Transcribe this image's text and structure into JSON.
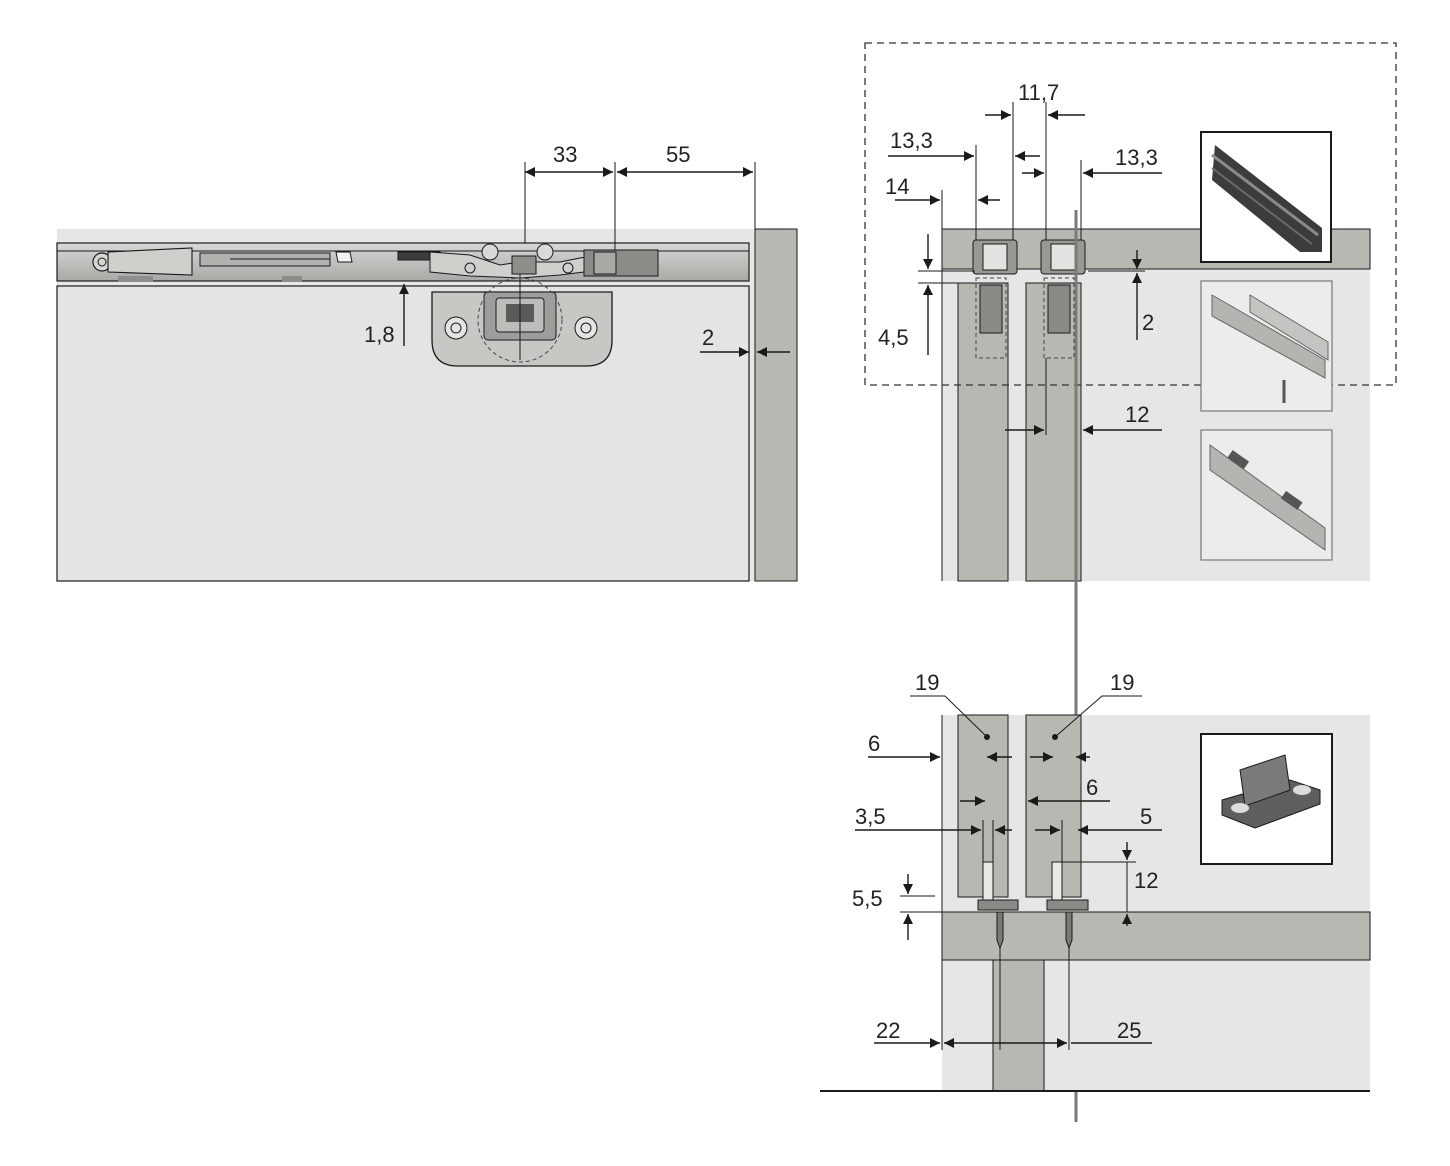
{
  "colors": {
    "panel": "#e6e6e6",
    "profile": "#b9b7b1",
    "profile_dark": "#9a9893",
    "hardware": "#c8c7c4",
    "line": "#1a1a1a",
    "rod": "#7c7b78"
  },
  "labels": {
    "left": {
      "d33": "33",
      "d55": "55",
      "d18": "1,8",
      "d2": "2"
    },
    "top_right": {
      "d117": "11,7",
      "d133a": "13,3",
      "d133b": "13,3",
      "d14": "14",
      "d45": "4,5",
      "d2": "2",
      "d12": "12"
    },
    "bottom_right": {
      "d19a": "19",
      "d19b": "19",
      "d6a": "6",
      "d6b": "6",
      "d35": "3,5",
      "d5": "5",
      "d55": "5,5",
      "d12": "12",
      "d22": "22",
      "d25": "25"
    }
  },
  "icons": [
    "top-track-profile-icon",
    "double-track-profile-icon",
    "track-connector-profile-icon",
    "floor-guide-icon"
  ]
}
